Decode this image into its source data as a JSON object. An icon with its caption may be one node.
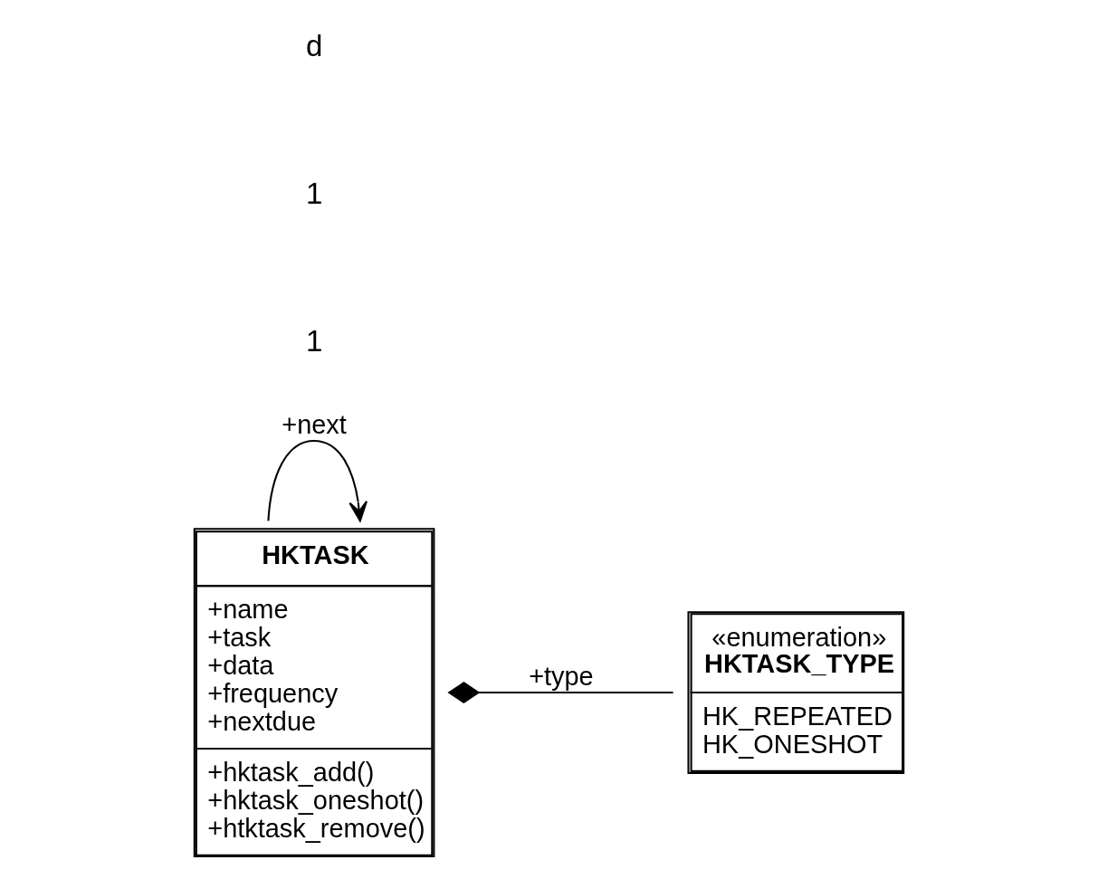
{
  "diagram": {
    "nodes": [
      {
        "text": [
          "HKTASK",
          "+name +task +data +frequency +nextdue",
          "+hktask_add() +hktask_oneshot() +htktask_remove()"
        ]
      },
      {
        "text": [
          "«enumeration»",
          "HKTASK_TYPE",
          "HK_REPEATED HK_ONESHOT"
        ]
      }
    ],
    "edges": [
      {
        "from": 0,
        "to": 0,
        "arrow": "to",
        "label": "+next"
      },
      {
        "from": 0,
        "to": 1,
        "arrow": "other",
        "label": "+type"
      }
    ],
    "labels": [
      "1",
      "1",
      "d"
    ]
  }
}
